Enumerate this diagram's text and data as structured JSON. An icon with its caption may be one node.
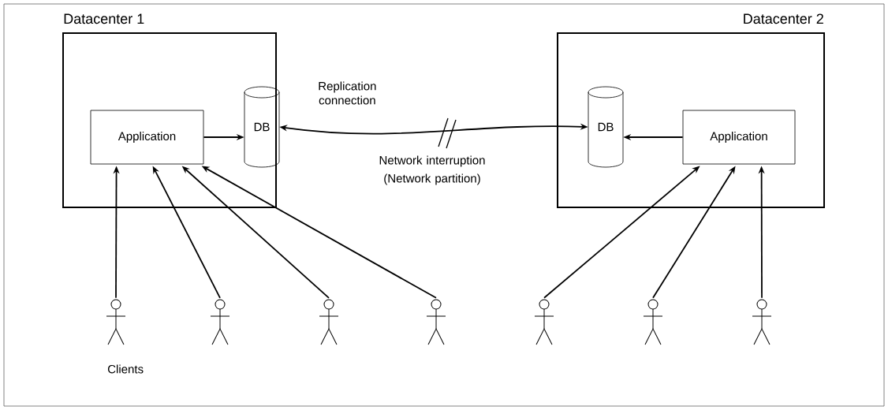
{
  "diagram": {
    "nodes": [
      {
        "text": [
          "Datacenter 1"
        ]
      },
      {
        "text": [
          "Application"
        ],
        "in": 0
      },
      {
        "text": [
          "DB"
        ],
        "in": 0
      },
      {
        "text": [
          "Datacenter 2"
        ]
      },
      {
        "text": [
          "DB"
        ],
        "in": 3
      },
      {
        "text": [
          "Application"
        ],
        "in": 3
      },
      {
        "text": [],
        "shape": "person"
      },
      {
        "text": [],
        "shape": "person"
      },
      {
        "text": [],
        "shape": "person"
      },
      {
        "text": [],
        "shape": "person"
      },
      {
        "text": [],
        "shape": "person"
      },
      {
        "text": [],
        "shape": "person"
      },
      {
        "text": [],
        "shape": "person"
      }
    ],
    "edges": [
      {
        "from": 1,
        "to": 2,
        "arrow": "to"
      },
      {
        "from": 2,
        "to": 4,
        "arrow": "both",
        "label": "Replication connection"
      },
      {
        "from": 5,
        "to": 4,
        "arrow": "to"
      },
      {
        "from": 6,
        "to": 1,
        "arrow": "to"
      },
      {
        "from": 7,
        "to": 1,
        "arrow": "to"
      },
      {
        "from": 8,
        "to": 1,
        "arrow": "to"
      },
      {
        "from": 9,
        "to": 1,
        "arrow": "to"
      },
      {
        "from": 10,
        "to": 5,
        "arrow": "to"
      },
      {
        "from": 11,
        "to": 5,
        "arrow": "to"
      },
      {
        "from": 12,
        "to": 5,
        "arrow": "to"
      }
    ],
    "labels": [
      "Network interruption (Network partition)",
      "Clients"
    ]
  }
}
